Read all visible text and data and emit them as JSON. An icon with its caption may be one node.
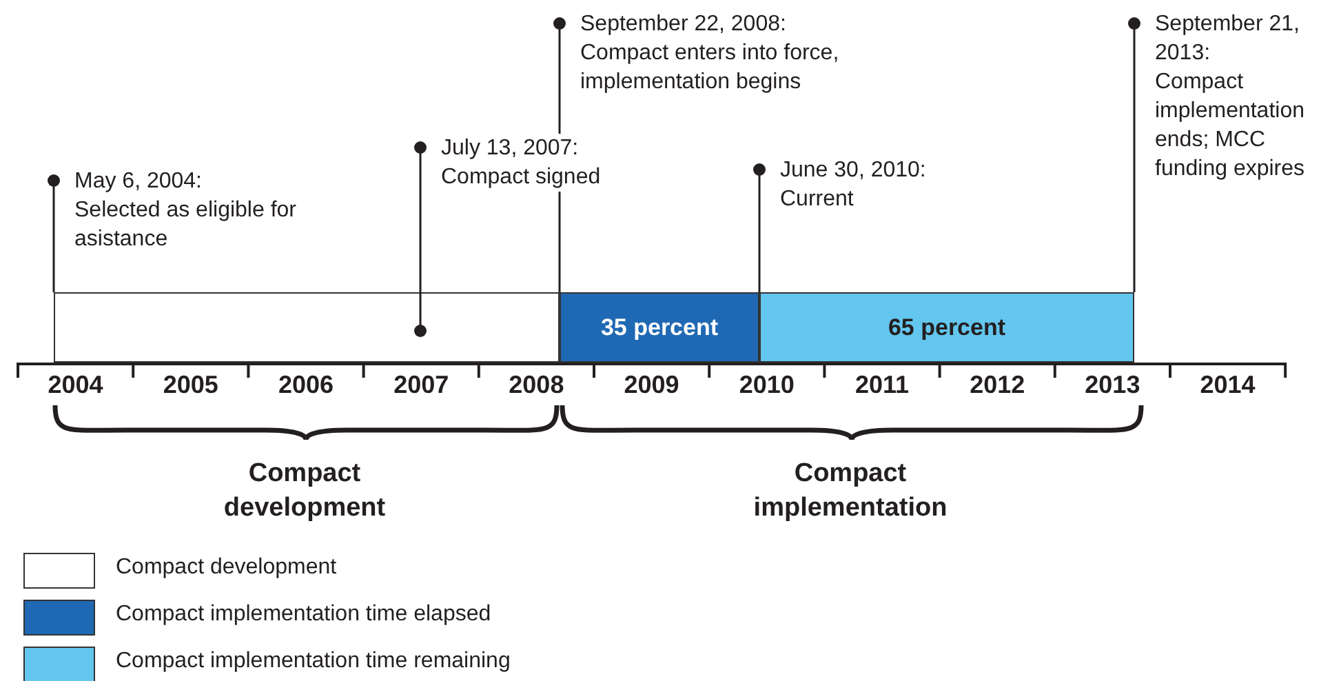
{
  "diagram": {
    "nodes": [
      {
        "text": [
          "May 6, 2004:",
          "Selected as eligible for asistance"
        ]
      },
      {
        "text": [
          "July 13, 2007:",
          "Compact signed"
        ]
      },
      {
        "text": [
          "September 22, 2008:",
          "Compact enters into force, implementation begins"
        ]
      },
      {
        "text": [
          "June 30, 2010:",
          "Current"
        ]
      },
      {
        "text": [
          "September 21, 2013:",
          "Compact implementation ends; MCC funding expires"
        ]
      },
      {
        "text": [],
        "shape": "bar"
      },
      {
        "text": [
          "35 percent"
        ]
      },
      {
        "text": [
          "65 percent"
        ]
      }
    ],
    "edges": [
      {
        "from": 0,
        "to": 5,
        "arrow": "other"
      },
      {
        "from": 1,
        "to": 5,
        "arrow": "other"
      },
      {
        "from": 2,
        "to": 6,
        "arrow": "other"
      },
      {
        "from": 3,
        "to": 7,
        "arrow": "other"
      },
      {
        "from": 4,
        "to": 7,
        "arrow": "other"
      }
    ],
    "labels": [
      "2004",
      "2005",
      "2006",
      "2007",
      "2008",
      "2009",
      "2010",
      "2011",
      "2012",
      "2013",
      "2014",
      "Compact development",
      "Compact implementation"
    ],
    "legend": [
      {
        "text": "Compact development",
        "color": "#ffffff"
      },
      {
        "text": "Compact implementation time elapsed",
        "color": "#1f69b4"
      },
      {
        "text": "Compact implementation time remaining",
        "color": "#63c6ee"
      }
    ]
  }
}
